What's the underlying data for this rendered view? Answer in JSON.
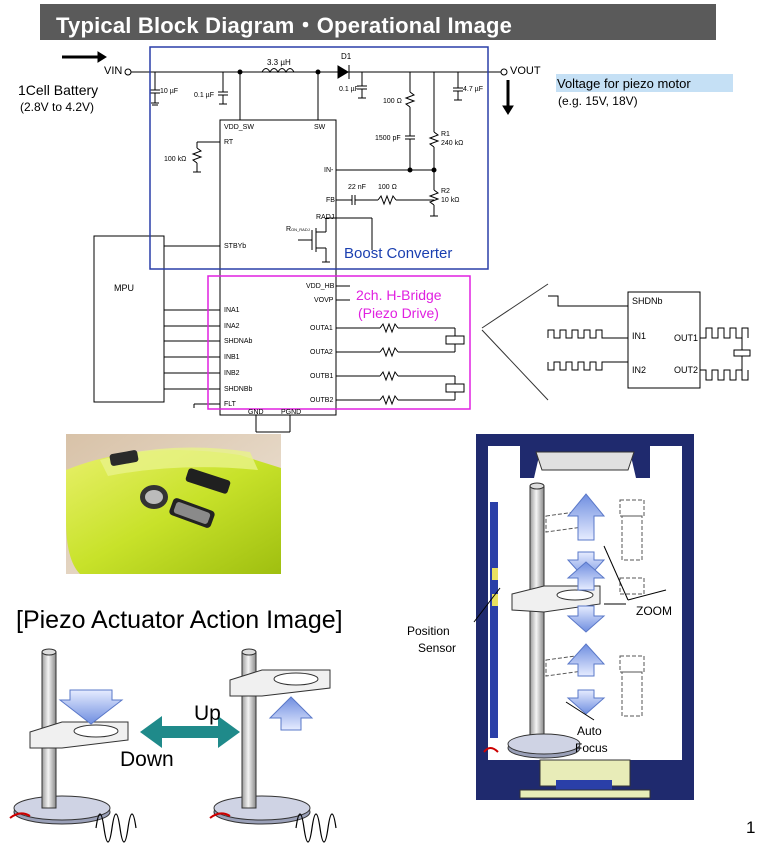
{
  "title": "Typical Block Diagram・Operational Image",
  "battery": {
    "label": "1Cell Battery",
    "range": "(2.8V to 4.2V)"
  },
  "vin": "VIN",
  "vout": "VOUT",
  "vout_desc": {
    "label": "Voltage for piezo motor",
    "example": "(e.g. 15V, 18V)"
  },
  "components": {
    "inductor": "3.3 µH",
    "diode": "D1",
    "c_in": "10 µF",
    "c_sw": "0.1 µF",
    "c_out1": "0.1 µF",
    "r_snub": "100 Ω",
    "c_out2": "4.7 µF",
    "r1_name": "R1",
    "r1_val": "240 kΩ",
    "c_ff": "1500 pF",
    "r_rt": "100 kΩ",
    "c_fb": "22 nF",
    "r_fb": "100 Ω",
    "r2_name": "R2",
    "r2_val": "10 kΩ",
    "ron_main": "R",
    "ron_sub": "ON_RADJ"
  },
  "ic_pins": {
    "vdd_sw": "VDD_SW",
    "sw": "SW",
    "rt": "RT",
    "in_minus": "IN-",
    "fb": "FB",
    "radj": "RADJ",
    "stbyb": "STBYb",
    "vdd_hb": "VDD_HB",
    "vovp": "VOVP",
    "ina1": "INA1",
    "ina2": "INA2",
    "shdnab": "SHDNAb",
    "inb1": "INB1",
    "inb2": "INB2",
    "shdnbb": "SHDNBb",
    "flt": "FLT",
    "outa1": "OUTA1",
    "outa2": "OUTA2",
    "outb1": "OUTB1",
    "outb2": "OUTB2",
    "gnd": "GND",
    "pgnd": "PGND"
  },
  "mpu": "MPU",
  "boost_label": "Boost Converter",
  "hbridge_label": {
    "line1": "2ch. H-Bridge",
    "line2": "(Piezo Drive)"
  },
  "timing": {
    "shdnb": "SHDNb",
    "in1": "IN1",
    "in2": "IN2",
    "out1": "OUT1",
    "out2": "OUT2"
  },
  "piezo_title": "[Piezo Actuator Action Image]",
  "up": "Up",
  "down": "Down",
  "camera": {
    "position_sensor_1": "Position",
    "position_sensor_2": "Sensor",
    "zoom": "ZOOM",
    "auto_focus_1": "Auto",
    "auto_focus_2": "Focus"
  },
  "page_number": "1",
  "colors": {
    "title_bg": "#5a5a5a",
    "boost_box": "#2a3fa8",
    "hbridge_box": "#e020e0",
    "boost_text": "#1a3fb0",
    "hbridge_text": "#e020e0",
    "vout_highlight": "#c5e0f5",
    "arrow_blue": "#6f8ee0",
    "arrow_teal": "#1f8a8a",
    "camera_dark": "#1f2a6e",
    "phone_green": "#c8e22a"
  }
}
